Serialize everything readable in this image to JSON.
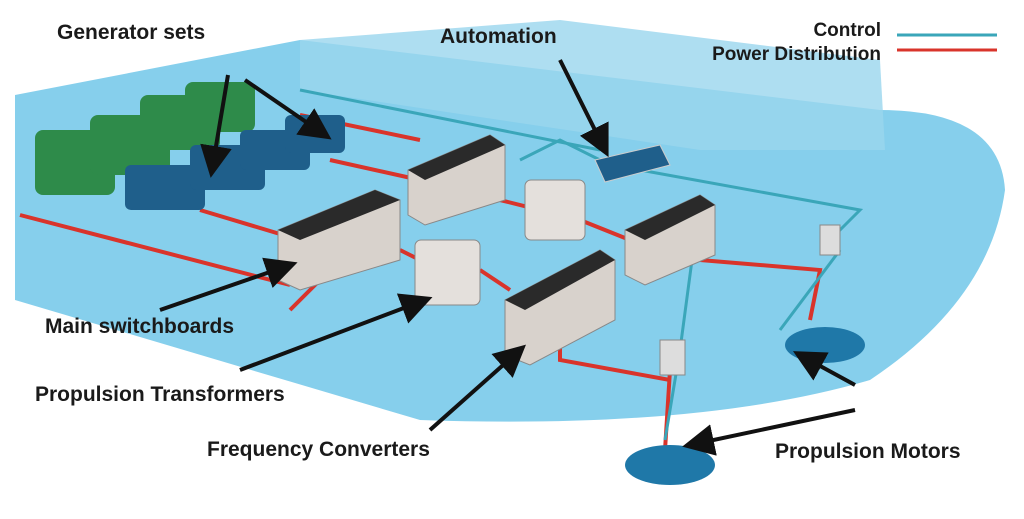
{
  "legend": {
    "control": {
      "label": "Control",
      "color": "#3aa6b9"
    },
    "power": {
      "label": "Power Distribution",
      "color": "#d9342b"
    }
  },
  "labels": {
    "generator_sets": "Generator sets",
    "automation": "Automation",
    "main_switchboards": "Main switchboards",
    "propulsion_transformers": "Propulsion Transformers",
    "frequency_converters": "Frequency Converters",
    "propulsion_motors": "Propulsion Motors"
  },
  "colors": {
    "hull": "#86cfec",
    "generator": "#2e8b4a",
    "generator_blue": "#1f5f8b",
    "switchboard": "#d8d2cc",
    "motor": "#1f78a8"
  }
}
